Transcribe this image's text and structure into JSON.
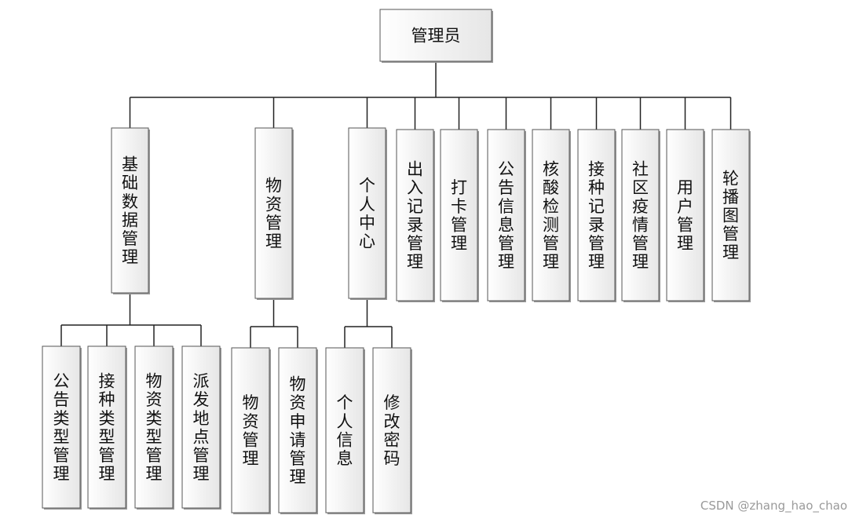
{
  "diagram": {
    "root": {
      "id": "admin",
      "label": "管理员"
    },
    "level1": [
      {
        "id": "base-data",
        "label": "基础数据管理"
      },
      {
        "id": "materials",
        "label": "物资管理"
      },
      {
        "id": "personal",
        "label": "个人中心"
      },
      {
        "id": "access-records",
        "label": "出入记录管理"
      },
      {
        "id": "checkin",
        "label": "打卡管理"
      },
      {
        "id": "announcements",
        "label": "公告信息管理"
      },
      {
        "id": "nucleic-test",
        "label": "核酸检测管理"
      },
      {
        "id": "vaccination-records",
        "label": "接种记录管理"
      },
      {
        "id": "epidemic",
        "label": "社区疫情管理"
      },
      {
        "id": "users",
        "label": "用户管理"
      },
      {
        "id": "carousel",
        "label": "轮播图管理"
      }
    ],
    "level2": [
      {
        "id": "announcement-types",
        "parent": "base-data",
        "label": "公告类型管理"
      },
      {
        "id": "vaccine-types",
        "parent": "base-data",
        "label": "接种类型管理"
      },
      {
        "id": "material-types",
        "parent": "base-data",
        "label": "物资类型管理"
      },
      {
        "id": "distribution-points",
        "parent": "base-data",
        "label": "派发地点管理"
      },
      {
        "id": "materials-mgmt",
        "parent": "materials",
        "label": "物资管理"
      },
      {
        "id": "material-requests",
        "parent": "materials",
        "label": "物资申请管理"
      },
      {
        "id": "personal-info",
        "parent": "personal",
        "label": "个人信息"
      },
      {
        "id": "change-password",
        "parent": "personal",
        "label": "修改密码"
      }
    ]
  },
  "watermark": "CSDN @zhang_hao_chao"
}
